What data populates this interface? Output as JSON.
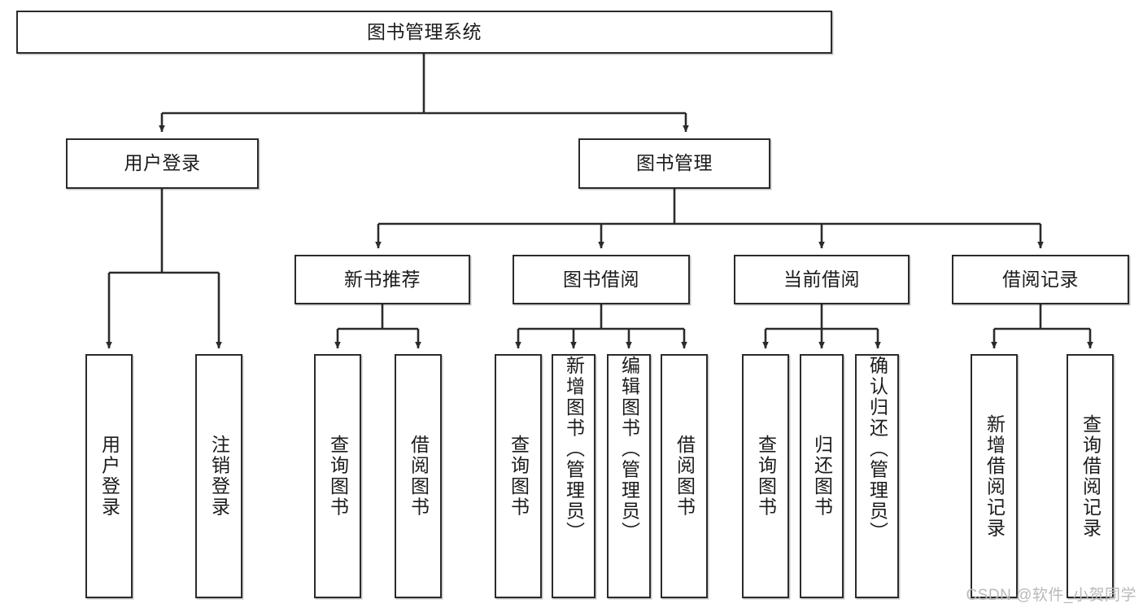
{
  "diagram": {
    "title": "图书管理系统",
    "type": "tree-hierarchy",
    "root": {
      "label": "图书管理系统"
    },
    "level2": [
      {
        "label": "用户登录"
      },
      {
        "label": "图书管理"
      }
    ],
    "level3": [
      {
        "label": "新书推荐"
      },
      {
        "label": "图书借阅"
      },
      {
        "label": "当前借阅"
      },
      {
        "label": "借阅记录"
      }
    ],
    "leaves": {
      "user_login": [
        {
          "label": "用户登录"
        },
        {
          "label": "注销登录"
        }
      ],
      "new_book_recommend": [
        {
          "label": "查询图书"
        },
        {
          "label": "借阅图书"
        }
      ],
      "book_borrow": [
        {
          "label": "查询图书"
        },
        {
          "label": "新增图书（管理员）"
        },
        {
          "label": "编辑图书（管理员）"
        },
        {
          "label": "借阅图书"
        }
      ],
      "current_borrow": [
        {
          "label": "查询图书"
        },
        {
          "label": "归还图书"
        },
        {
          "label": "确认归还（管理员）"
        }
      ],
      "borrow_record": [
        {
          "label": "新增借阅记录"
        },
        {
          "label": "查询借阅记录"
        }
      ]
    }
  },
  "watermark": {
    "text": "CSDN @软件_小贺同学"
  },
  "colors": {
    "border": "#2b2b2b",
    "background": "#ffffff",
    "text": "#1b1b1b",
    "watermark": "#b9b9b9"
  }
}
